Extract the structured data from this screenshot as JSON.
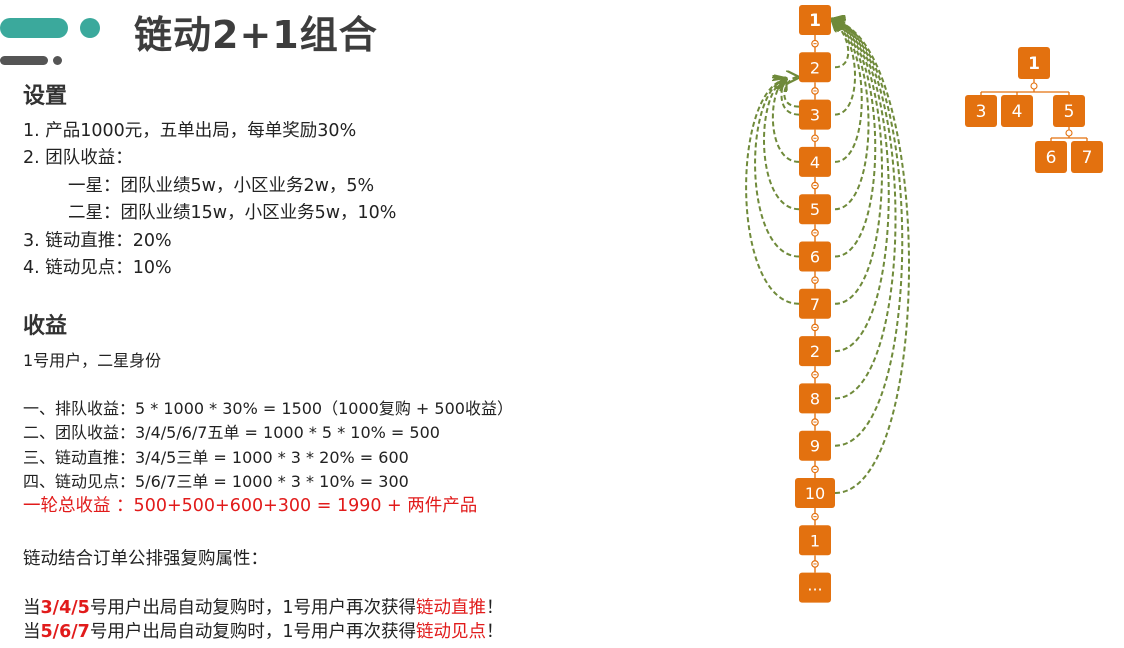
{
  "title": "链动2+1组合",
  "settings": {
    "heading": "设置",
    "lines": [
      "1. 产品1000元，五单出局，每单奖励30%",
      "2. 团队收益：",
      "一星：团队业绩5w，小区业务2w，5%",
      "二星：团队业绩15w，小区业务5w，10%",
      "3. 链动直推：20%",
      "4. 链动见点：10%"
    ]
  },
  "income": {
    "heading": "收益",
    "user": "1号用户，二星身份",
    "items": [
      "一、排队收益：5 * 1000 * 30% = 1500（1000复购 + 500收益）",
      "二、团队收益：3/4/5/6/7五单 = 1000 * 5 * 10% = 500",
      "三、链动直推：3/4/5三单 = 1000 * 3 * 20% = 600",
      "四、链动见点：5/6/7三单 = 1000 * 3 * 10% = 300"
    ],
    "total": "一轮总收益 ：500+500+600+300 = 1990 + 两件产品",
    "attr_title": "链动结合订单公排强复购属性：",
    "note1": {
      "prefix": "当",
      "highlight": "3/4/5",
      "middle": "号用户出局自动复购时，1号用户再次获得",
      "link": "链动直推",
      "suffix": "！"
    },
    "note2": {
      "prefix": "当",
      "highlight": "5/6/7",
      "middle": "号用户出局自动复购时，1号用户再次获得",
      "link": "链动见点",
      "suffix": "！"
    }
  },
  "chain": {
    "nodes": [
      "1",
      "2",
      "3",
      "4",
      "5",
      "6",
      "7",
      "2",
      "8",
      "9",
      "10",
      "1",
      "..."
    ]
  },
  "tree": {
    "root": "1",
    "level2": [
      "3",
      "4",
      "5"
    ],
    "level3": [
      "6",
      "7"
    ]
  },
  "colors": {
    "node_fill": "#e3710f",
    "connector": "#e3710f",
    "arrow": "#6f8a3a",
    "accent_green": "#3ba99c",
    "accent_gray": "#555555",
    "highlight_red": "#e11b1b"
  }
}
